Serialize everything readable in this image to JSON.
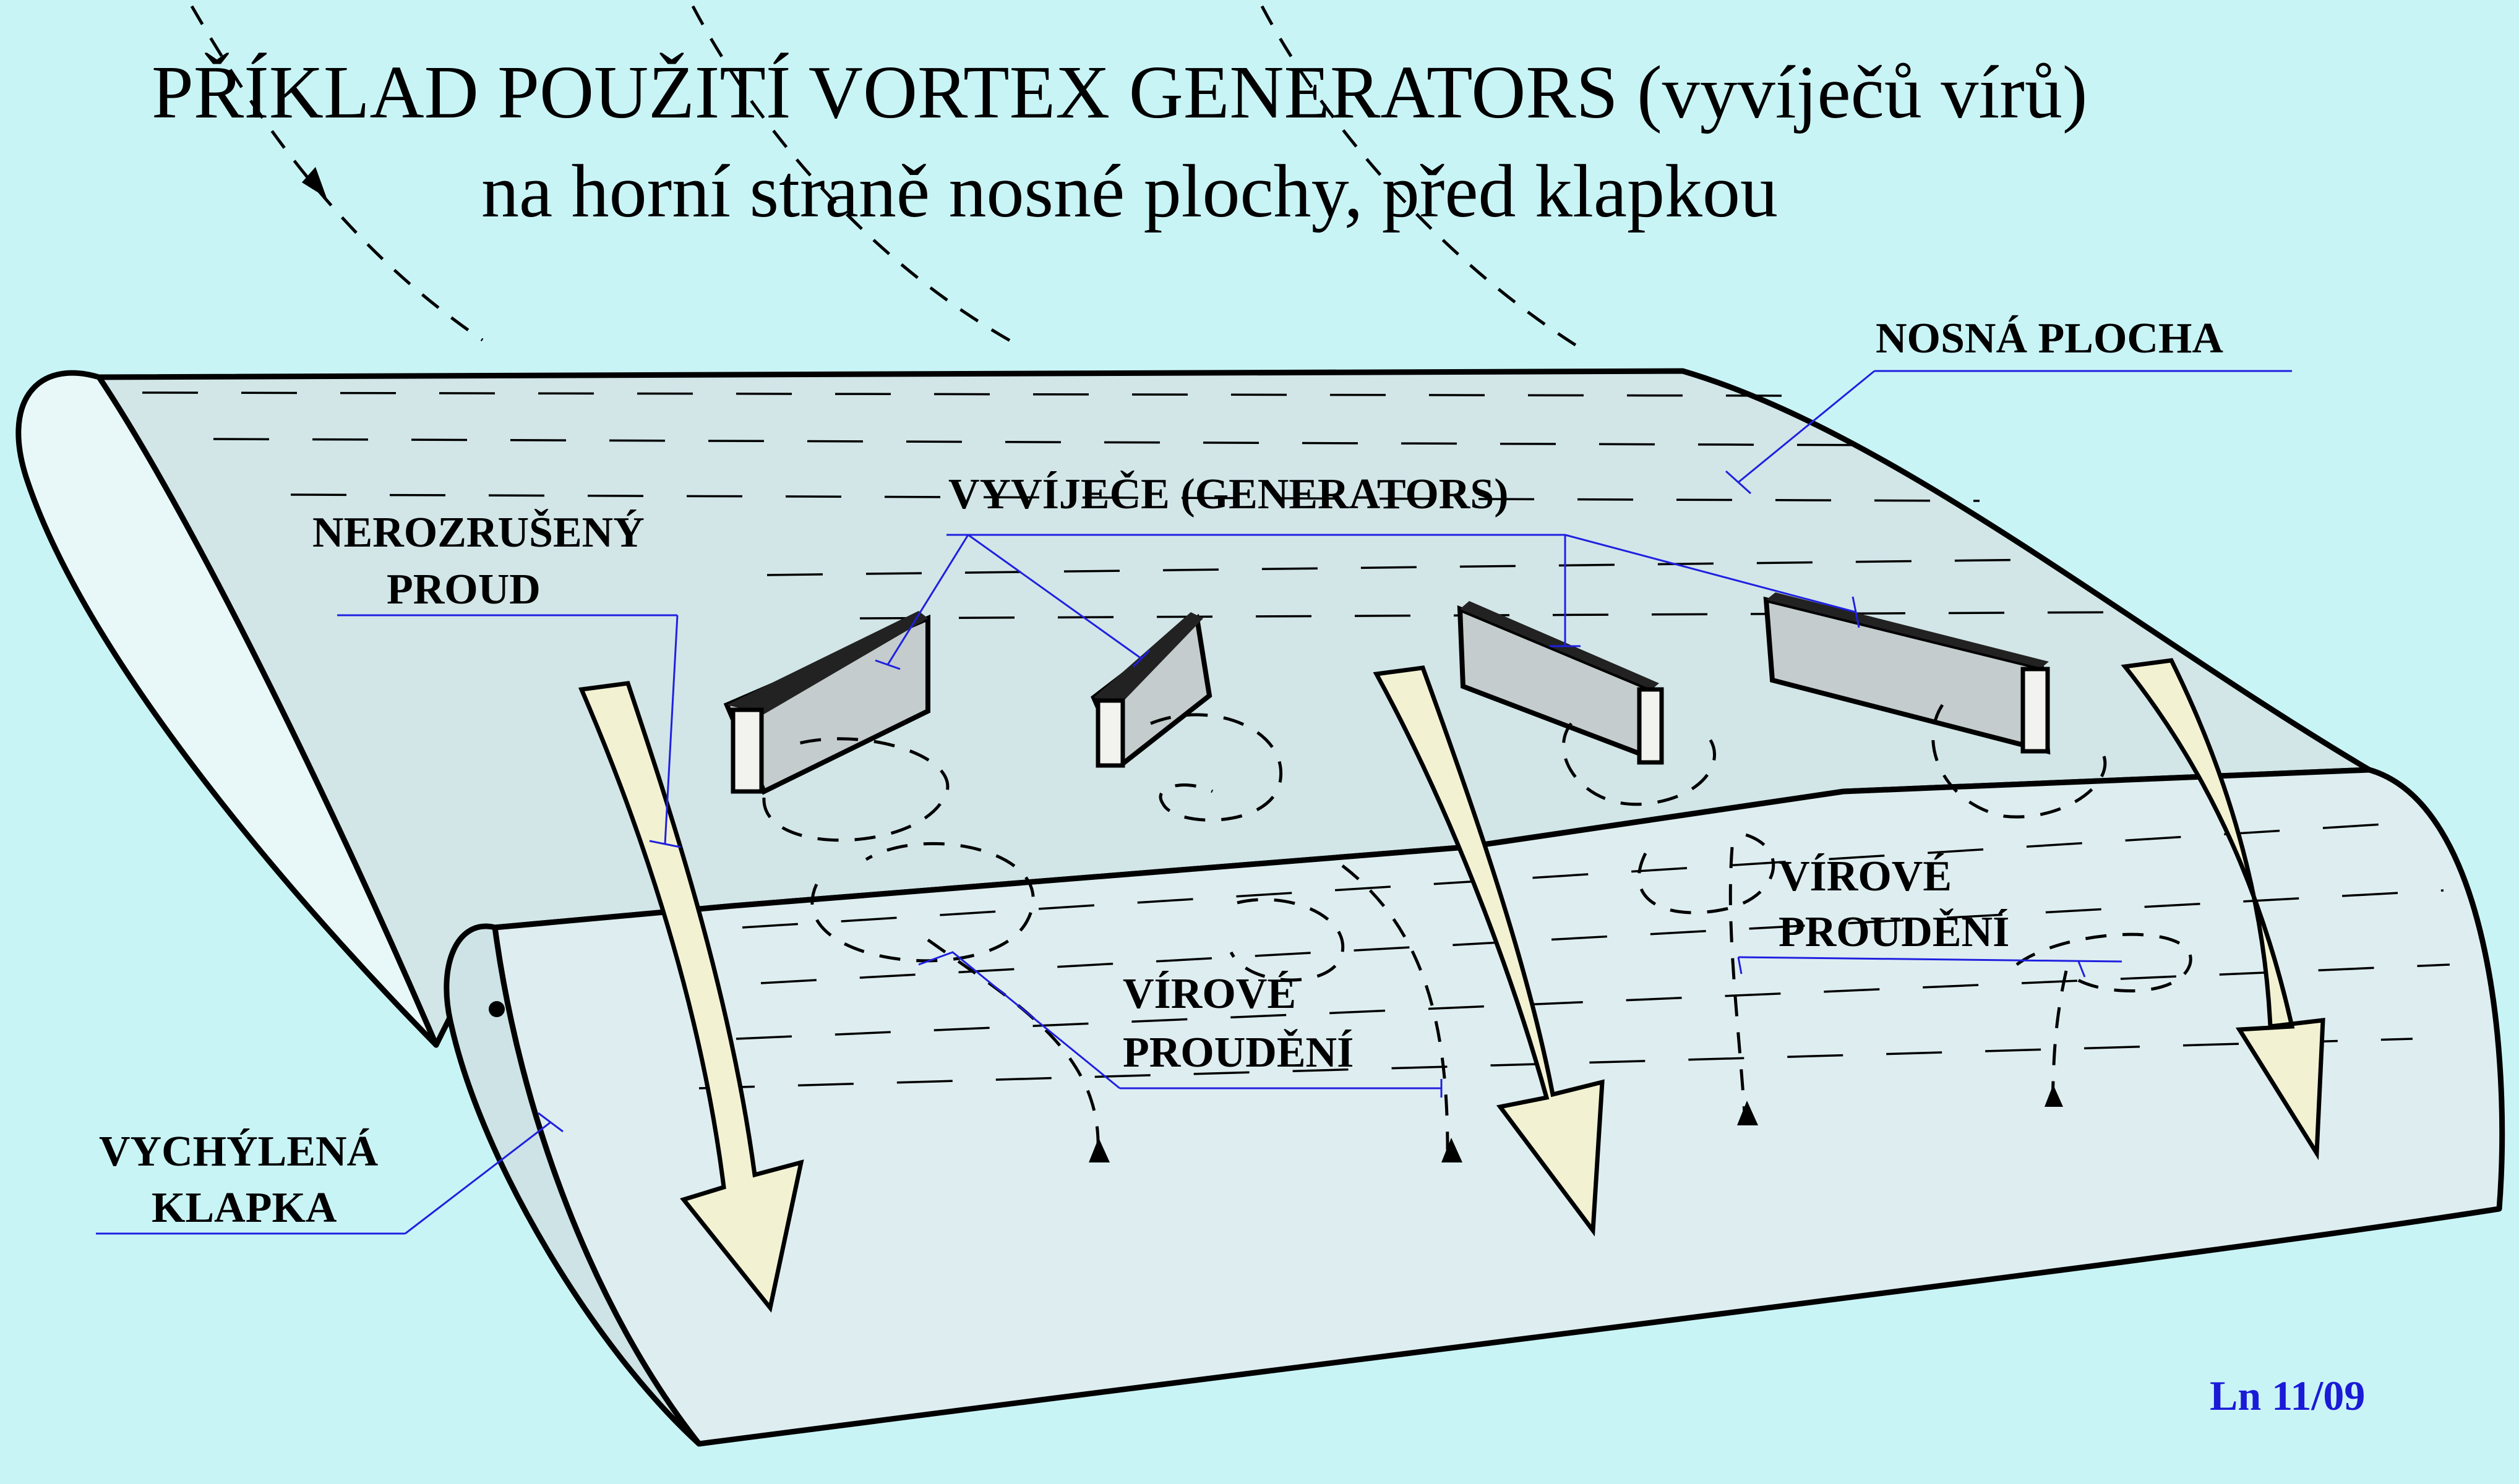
{
  "title": {
    "line1": "PŘÍKLAD  POUŽITÍ  VORTEX  GENERATORS (vyvíječů vírů)",
    "line2": "na horní straně nosné plochy, před klapkou"
  },
  "labels": {
    "nosna_plocha": "NOSNÁ  PLOCHA",
    "vyvijece": "VYVÍJEČE (GENERATORS)",
    "nerozruseny_1": "NEROZRUŠENÝ",
    "nerozruseny_2": "PROUD",
    "virove_right_1": "VÍROVÉ",
    "virove_right_2": "PROUDĚNÍ",
    "virove_center_1": "VÍROVÉ",
    "virove_center_2": "PROUDĚNÍ",
    "vychylena_1": "VYCHÝLENÁ",
    "vychylena_2": "KLAPKA"
  },
  "signature": "Ln 11/09",
  "colors": {
    "background": "#c9f4f6",
    "wing": "#d2e6e8",
    "flap": "#deeef0",
    "wing_end": "#e8f8f9",
    "flap_end": "#cde3e6",
    "generator_face": "#c4cccd",
    "generator_edge": "#f2f2ee",
    "flow_arrow": "#f2f2d2",
    "leader_line": "#2020e0",
    "signature": "#1a1ad8"
  }
}
